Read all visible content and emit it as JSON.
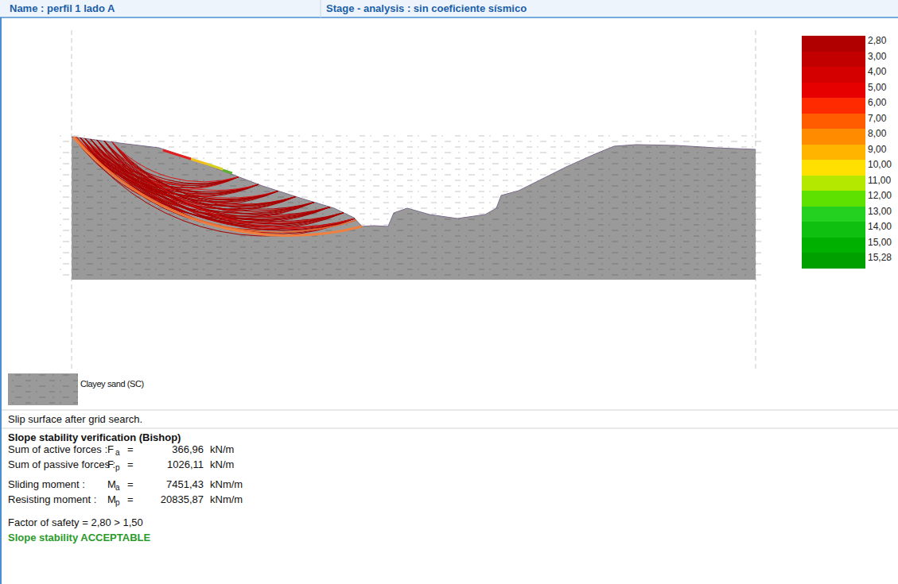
{
  "diagram": {
    "labels": [
      "Name : perfil 1 lado A",
      "Stage - analysis : sin coeficiente sísmico",
      "Slip surface after grid search.",
      "Slope stability verification (Bishop)",
      "Sum of active forces :",
      "F",
      "a",
      "=",
      "366,96",
      "kN/m",
      "Sum of passive forces :",
      "F",
      "p",
      "=",
      "1026,11",
      "kN/m",
      "Sliding moment :",
      "M",
      "a",
      "=",
      "7451,43",
      "kNm/m",
      "Resisting moment :",
      "M",
      "p",
      "=",
      "20835,87",
      "kNm/m",
      "Factor of safety = 2,80 > 1,50",
      "Slope stability ACCEPTABLE"
    ],
    "legend": [
      {
        "text": "2,80",
        "color": "#b00000"
      },
      {
        "text": "3,00",
        "color": "#c20000"
      },
      {
        "text": "4,00",
        "color": "#d40000"
      },
      {
        "text": "5,00",
        "color": "#e60000"
      },
      {
        "text": "6,00",
        "color": "#ff2a00"
      },
      {
        "text": "7,00",
        "color": "#ff5c00"
      },
      {
        "text": "8,00",
        "color": "#ff8c00"
      },
      {
        "text": "9,00",
        "color": "#ffb400"
      },
      {
        "text": "10,00",
        "color": "#ffe000"
      },
      {
        "text": "11,00",
        "color": "#b4e800"
      },
      {
        "text": "12,00",
        "color": "#5ee000"
      },
      {
        "text": "13,00",
        "color": "#24d020"
      },
      {
        "text": "14,00",
        "color": "#10c010"
      },
      {
        "text": "15,00",
        "color": "#00b000"
      },
      {
        "text": "15,28",
        "color": "#00a000"
      },
      {
        "text": "Clayey sand (SC)"
      }
    ]
  }
}
